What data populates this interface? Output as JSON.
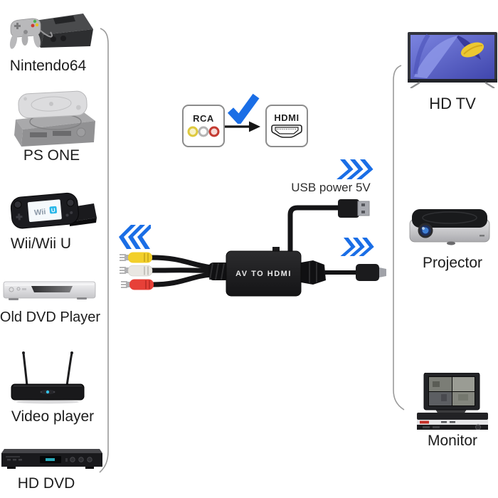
{
  "left_devices": [
    {
      "id": "nintendo64",
      "label": "Nintendo64"
    },
    {
      "id": "ps-one",
      "label": "PS ONE"
    },
    {
      "id": "wii",
      "label": "Wii/Wii U"
    },
    {
      "id": "old-dvd-player",
      "label": "Old DVD Player"
    },
    {
      "id": "video-player",
      "label": "Video player"
    },
    {
      "id": "hd-dvd",
      "label": "HD DVD"
    }
  ],
  "right_devices": [
    {
      "id": "hd-tv",
      "label": "HD TV"
    },
    {
      "id": "projector",
      "label": "Projector"
    },
    {
      "id": "monitor",
      "label": "Monitor"
    }
  ],
  "center": {
    "rca_badge": "RCA",
    "hdmi_badge": "HDMI",
    "usb_power_label": "USB power 5V",
    "converter_label": "AV TO HDMI",
    "wii_screen_brand": "Wii",
    "wii_screen_u": "U"
  },
  "colors": {
    "accent_blue": "#1a6ee6",
    "rca_yellow": "#f2cf2a",
    "rca_white": "#e9e7e2",
    "rca_red": "#e74038",
    "label_text": "#1c1c1c",
    "bracket_gray": "#9a9a9a"
  }
}
